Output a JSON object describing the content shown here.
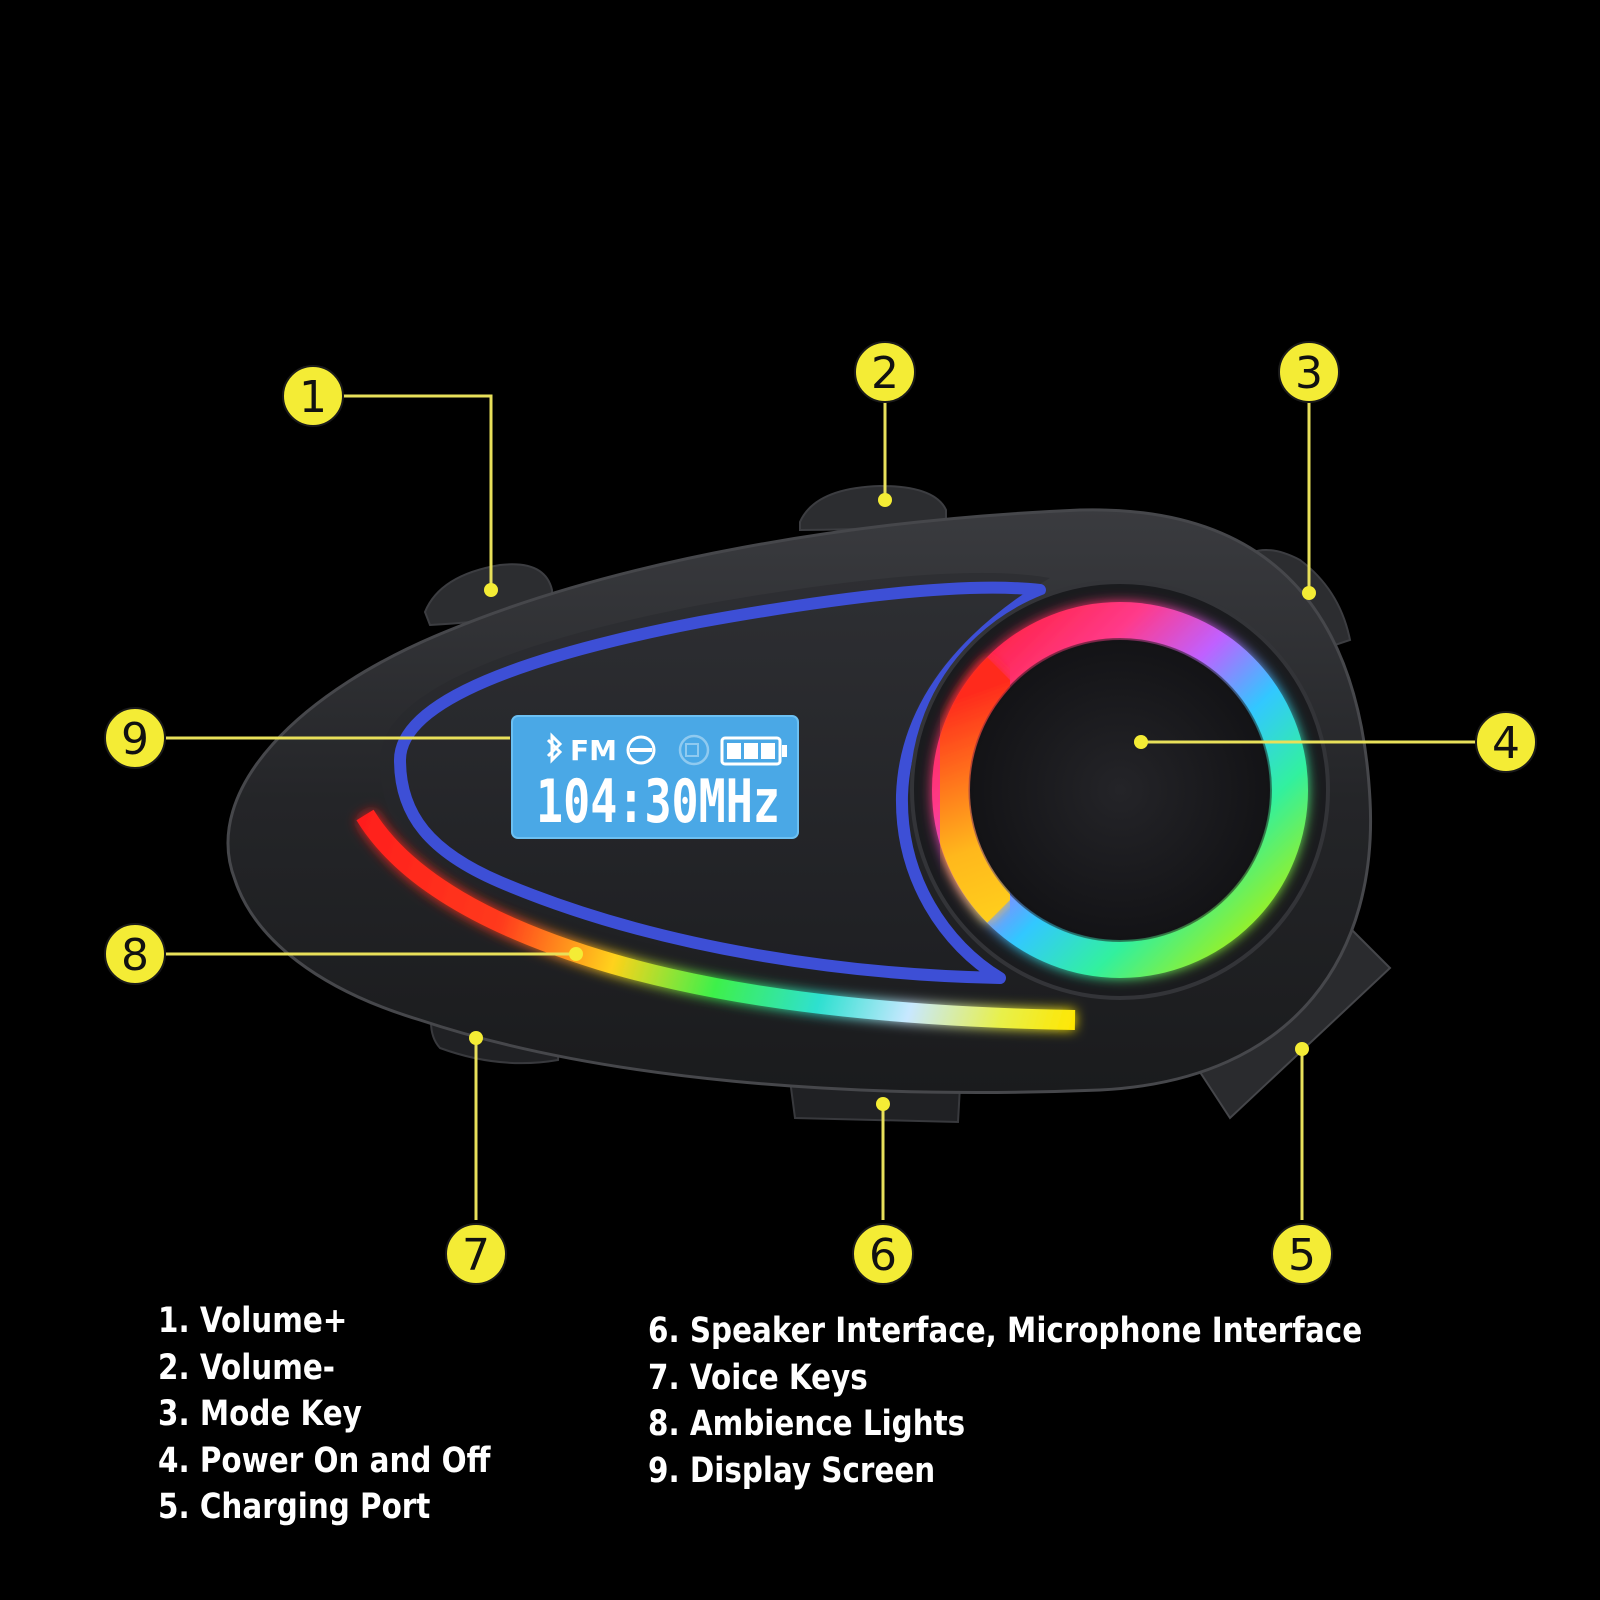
{
  "device": {
    "display": {
      "mode_label": "FM",
      "frequency": "104:30MHz"
    }
  },
  "callouts": [
    {
      "number": "1"
    },
    {
      "number": "2"
    },
    {
      "number": "3"
    },
    {
      "number": "4"
    },
    {
      "number": "5"
    },
    {
      "number": "6"
    },
    {
      "number": "7"
    },
    {
      "number": "8"
    },
    {
      "number": "9"
    }
  ],
  "legend": {
    "left": [
      "1. Volume+",
      "2. Volume-",
      "3. Mode Key",
      "4. Power On and Off",
      "5. Charging Port"
    ],
    "right": [
      "6. Speaker Interface, Microphone Interface",
      "7. Voice Keys",
      "8. Ambience Lights",
      "9. Display Screen"
    ]
  },
  "colors": {
    "background": "#000000",
    "callout_fill": "#f4ec35",
    "leader_line": "#e8e05a",
    "body": "#2a2b2e",
    "outline_accent": "#3d4fd6",
    "lcd": "#4aa8e6"
  },
  "icons": [
    "bluetooth-icon",
    "link-icon",
    "record-icon",
    "battery-icon"
  ]
}
